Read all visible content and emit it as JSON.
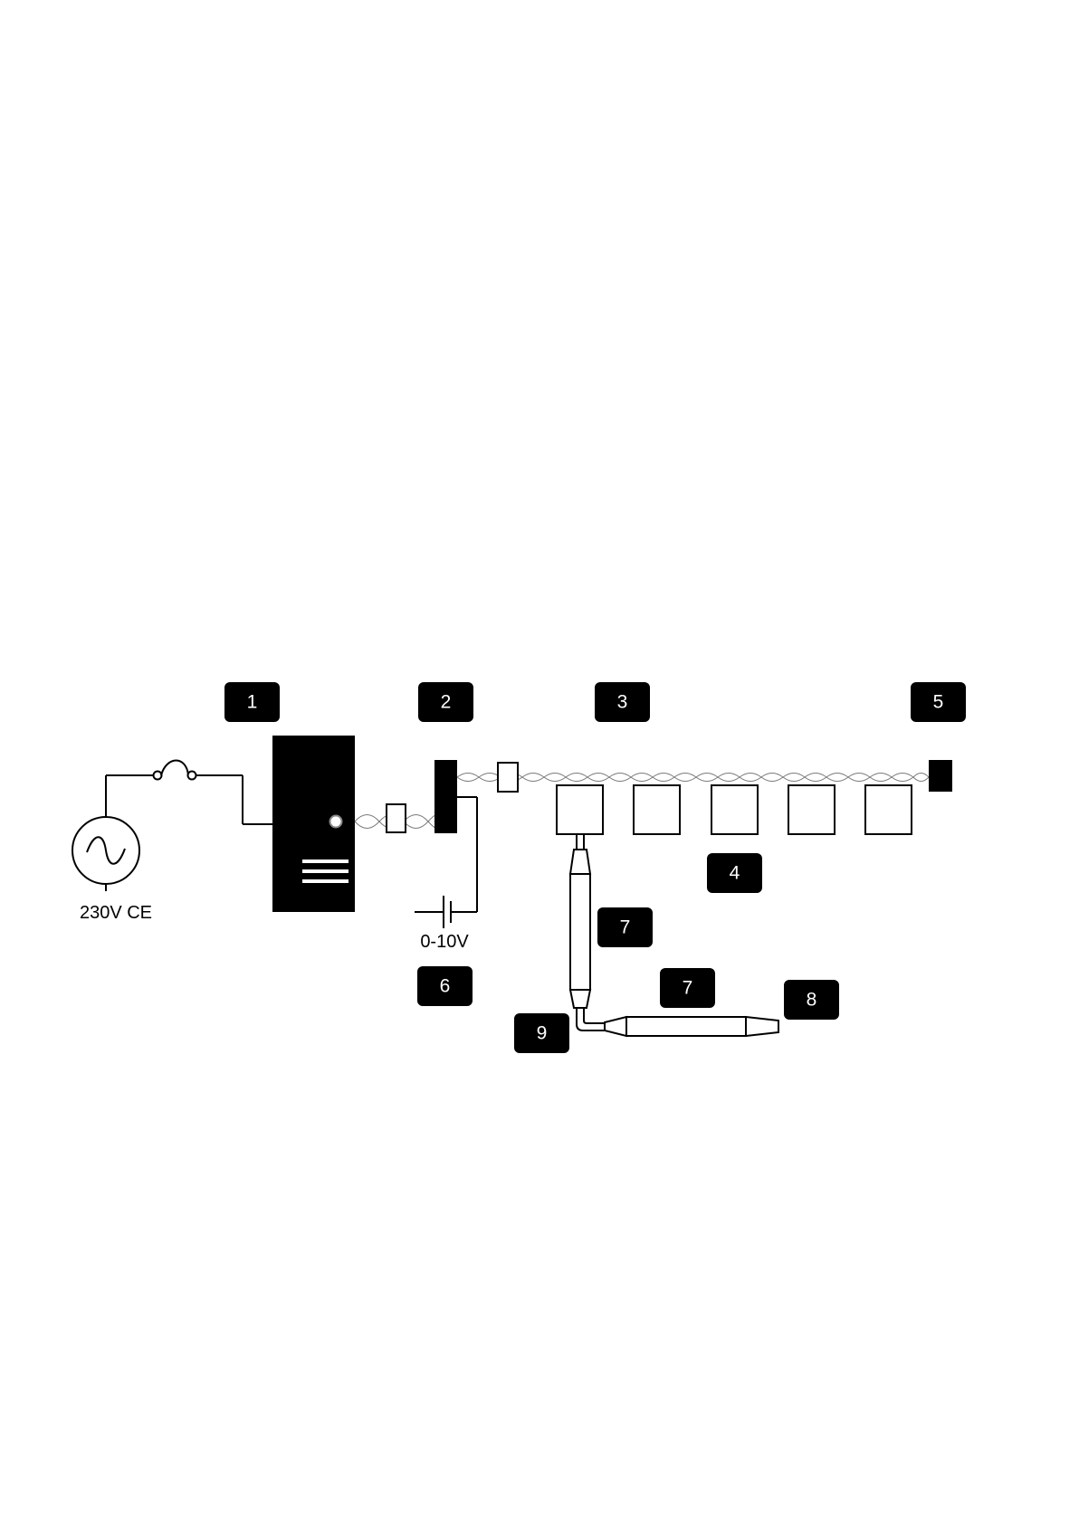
{
  "badges": [
    "1",
    "2",
    "3",
    "4",
    "5",
    "6",
    "7",
    "7",
    "8",
    "9"
  ],
  "labels": {
    "supply": "230V CE",
    "control_voltage": "0-10V"
  }
}
